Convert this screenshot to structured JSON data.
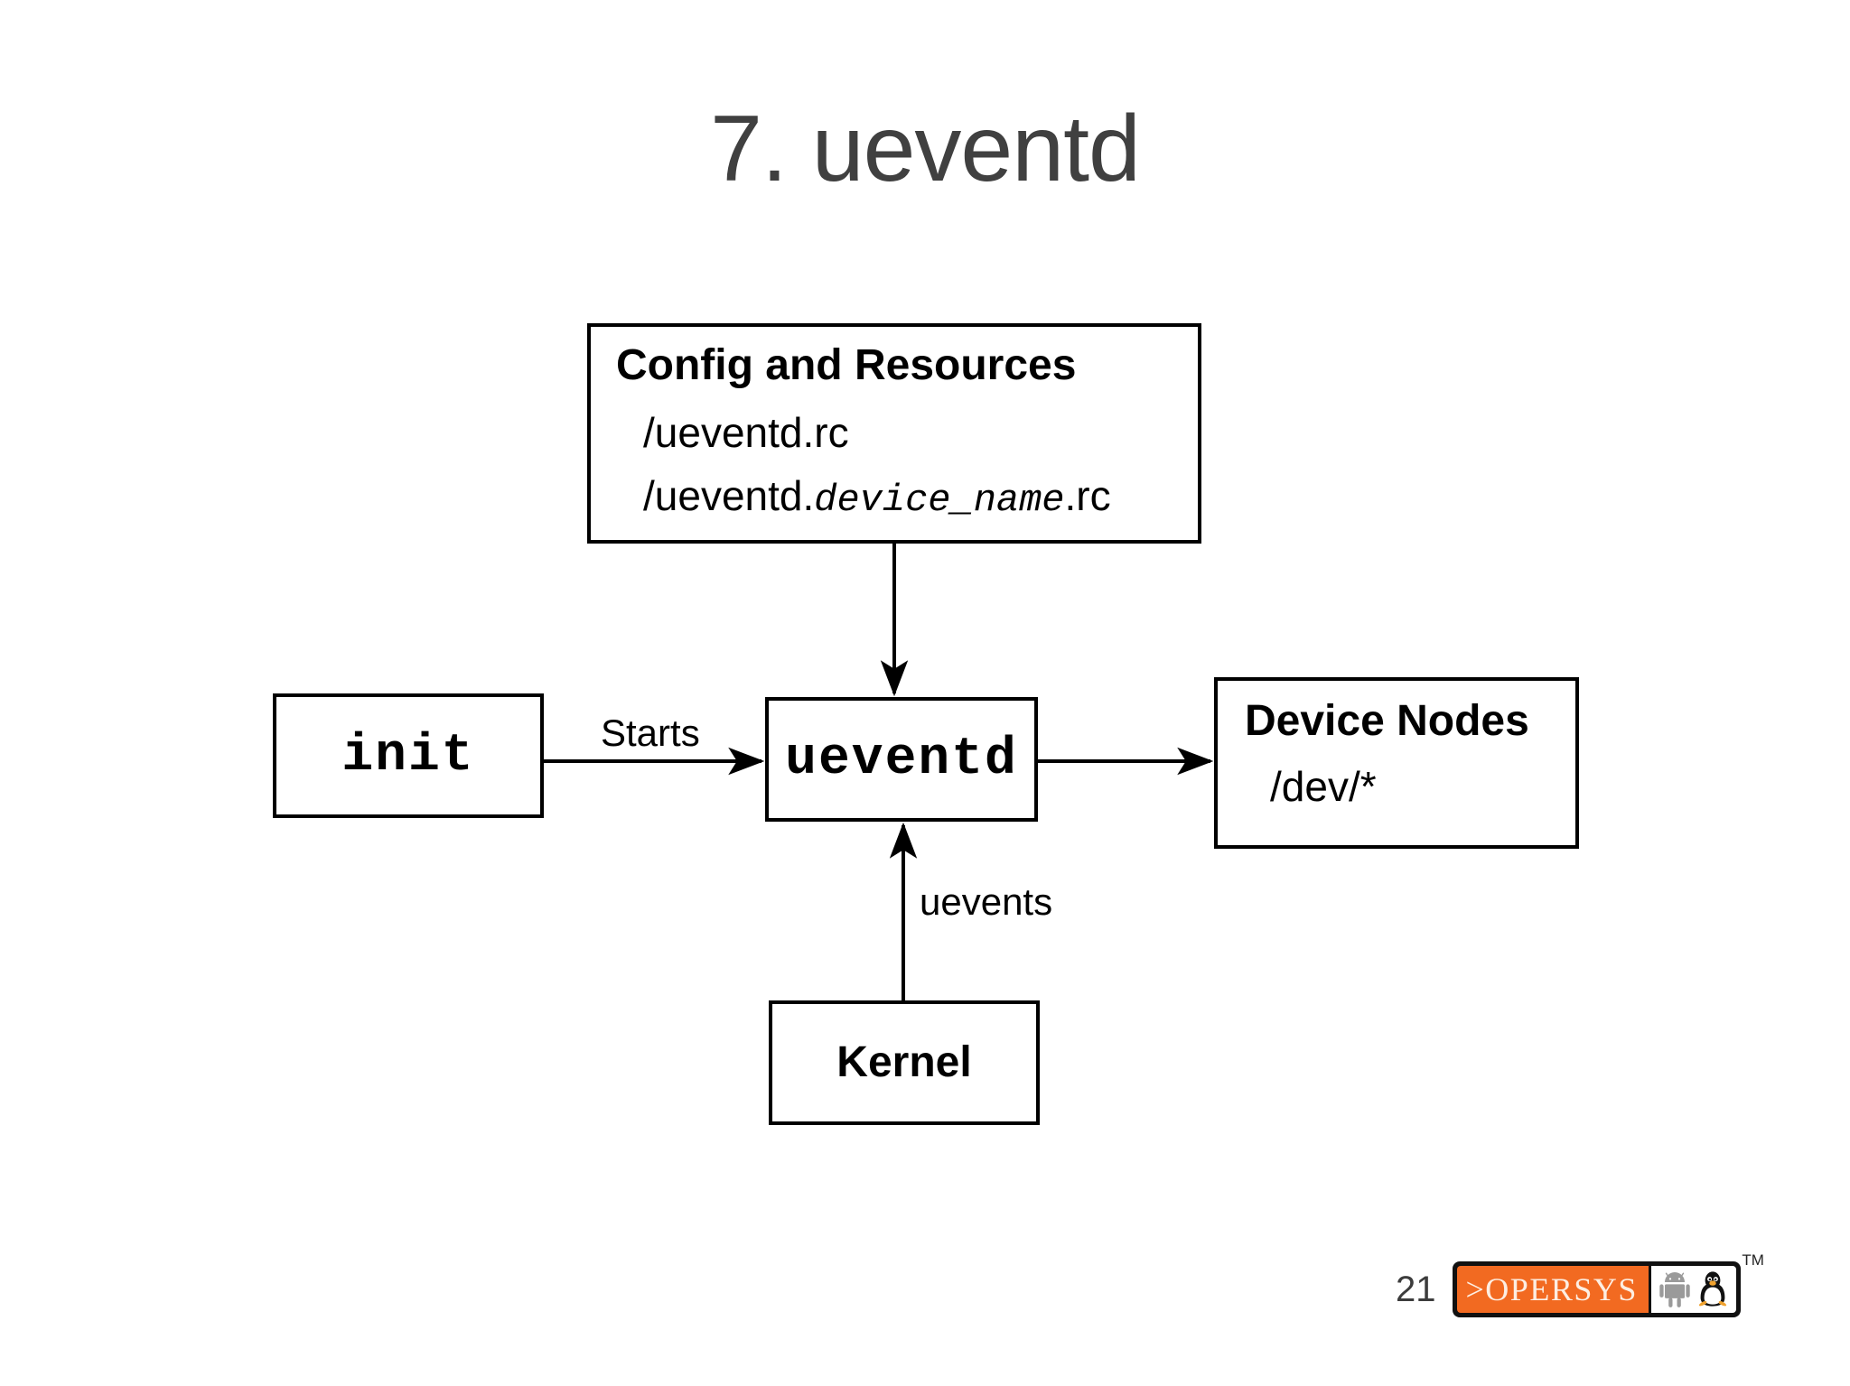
{
  "slide": {
    "title": "7. ueventd",
    "page_number": "21",
    "title_color": "#404040"
  },
  "diagram": {
    "type": "flowchart",
    "nodes": [
      {
        "id": "config",
        "heading": "Config and Resources",
        "lines": [
          {
            "prefix": "/ueventd.rc",
            "var": "",
            "suffix": ""
          },
          {
            "prefix": "/ueventd.",
            "var": "device_name",
            "suffix": ".rc"
          }
        ]
      },
      {
        "id": "init",
        "label": "init"
      },
      {
        "id": "ueventd",
        "label": "ueventd"
      },
      {
        "id": "devnodes",
        "heading": "Device Nodes",
        "lines": [
          {
            "prefix": "/dev/*",
            "var": "",
            "suffix": ""
          }
        ]
      },
      {
        "id": "kernel",
        "label": "Kernel"
      }
    ],
    "edges": [
      {
        "from": "config",
        "to": "ueventd",
        "label": "",
        "direction": "down"
      },
      {
        "from": "init",
        "to": "ueventd",
        "label": "Starts",
        "direction": "right"
      },
      {
        "from": "ueventd",
        "to": "devnodes",
        "label": "",
        "direction": "right"
      },
      {
        "from": "kernel",
        "to": "ueventd",
        "label": "uevents",
        "direction": "up"
      }
    ]
  },
  "footer": {
    "logo_text": ">OPERSYS",
    "trademark": "TM",
    "brand_color": "#F26A21",
    "icons": [
      "android-robot-icon",
      "linux-tux-icon"
    ]
  }
}
